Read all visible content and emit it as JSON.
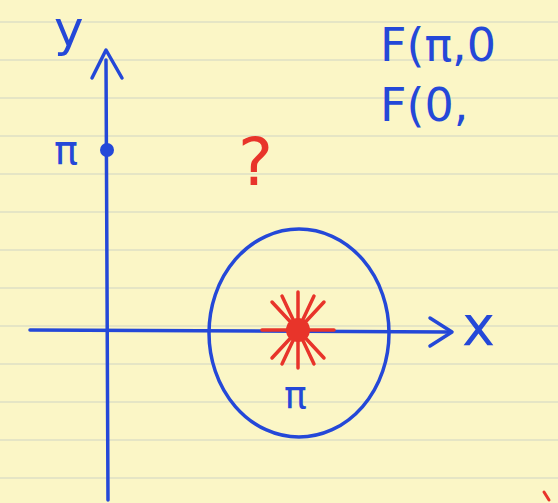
{
  "diagram": {
    "nodes": [
      {
        "text": [
          "π"
        ]
      }
    ],
    "labels": [
      "y",
      "π",
      "?",
      "x",
      "F(π,0",
      "F(0,"
    ]
  }
}
